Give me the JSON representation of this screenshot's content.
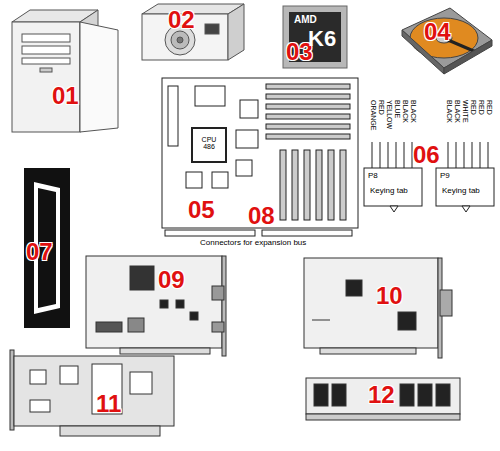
{
  "diagram": {
    "labels": [
      "01",
      "02",
      "03",
      "04",
      "05",
      "06",
      "07",
      "08",
      "09",
      "10",
      "11",
      "12",
      "AMD",
      "K6",
      "ORANGE",
      "RED",
      "YELLOW",
      "BLUE",
      "BLACK",
      "BLACK",
      "BLACK",
      "BLACK",
      "WHITE",
      "RED",
      "RED",
      "RED",
      "P8",
      "Keying tab",
      "P9",
      "Keying tab",
      "CPU 486",
      "Connectors for expansion bus"
    ]
  }
}
